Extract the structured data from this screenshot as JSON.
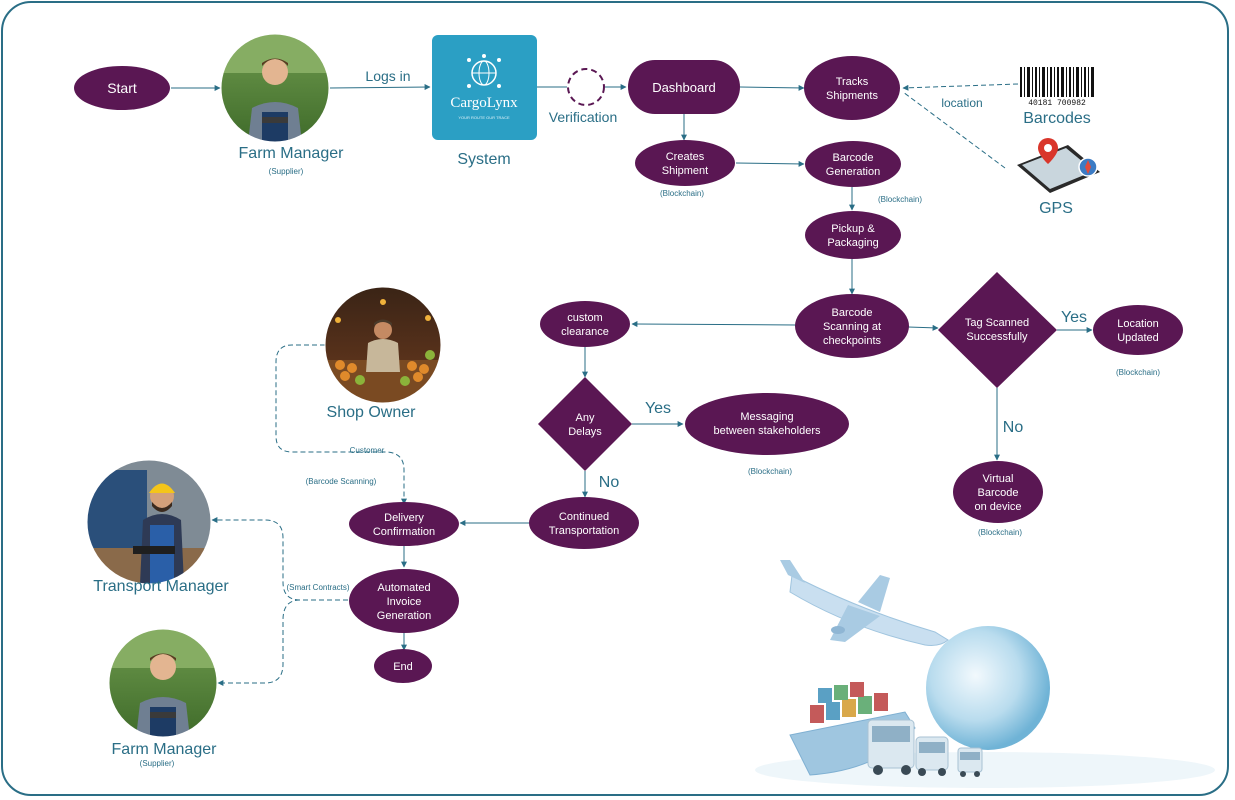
{
  "start": "Start",
  "end": "End",
  "farm_manager": {
    "name": "Farm Manager",
    "role": "(Supplier)"
  },
  "farm_manager_bottom": {
    "name": "Farm Manager",
    "role": "(Supplier)"
  },
  "system": {
    "logo_title": "CargoLynx",
    "logo_tagline": "YOUR ROUTE OUR TRACE",
    "label": "System"
  },
  "edge_labels": {
    "logs_in": "Logs in",
    "verification": "Verification",
    "location": "location",
    "yes_tag": "Yes",
    "no_tag": "No",
    "yes_delay": "Yes",
    "no_delay": "No"
  },
  "nodes": {
    "dashboard": "Dashboard",
    "tracks_shipments": [
      "Tracks",
      "Shipments"
    ],
    "creates_shipment": [
      "Creates",
      "Shipment"
    ],
    "barcode_generation": [
      "Barcode",
      "Generation"
    ],
    "pickup_packaging": [
      "Pickup &",
      "Packaging"
    ],
    "barcode_scanning": [
      "Barcode",
      "Scanning at",
      "checkpoints"
    ],
    "tag_scanned": [
      "Tag Scanned",
      "Successfully"
    ],
    "location_updated": [
      "Location",
      "Updated"
    ],
    "virtual_barcode": [
      "Virtual",
      "Barcode",
      "on device"
    ],
    "custom_clearance": [
      "custom",
      "clearance"
    ],
    "any_delays": [
      "Any",
      "Delays"
    ],
    "messaging": [
      "Messaging",
      "between stakeholders"
    ],
    "continued_transportation": [
      "Continued",
      "Transportation"
    ],
    "delivery_confirmation": [
      "Delivery",
      "Confirmation"
    ],
    "automated_invoice": [
      "Automated",
      "Invoice",
      "Generation"
    ]
  },
  "annotations": {
    "creates_blockchain": "(Blockchain)",
    "barcode_gen_blockchain": "(Blockchain)",
    "location_blockchain": "(Blockchain)",
    "messaging_blockchain": "(Blockchain)",
    "virtual_blockchain": "(Blockchain)",
    "customer": "Customer",
    "barcode_scanning_note": "(Barcode Scanning)",
    "smart_contracts": "(Smart Contracts)"
  },
  "barcodes": {
    "label": "Barcodes",
    "number": "40181 700982"
  },
  "gps": {
    "label": "GPS"
  },
  "shop_owner": {
    "name": "Shop Owner"
  },
  "transport_manager": {
    "name": "Transport  Manager"
  },
  "colors": {
    "node": "#5a1753",
    "accent": "#2a6e86",
    "logo_bg": "#2b9fc4"
  }
}
